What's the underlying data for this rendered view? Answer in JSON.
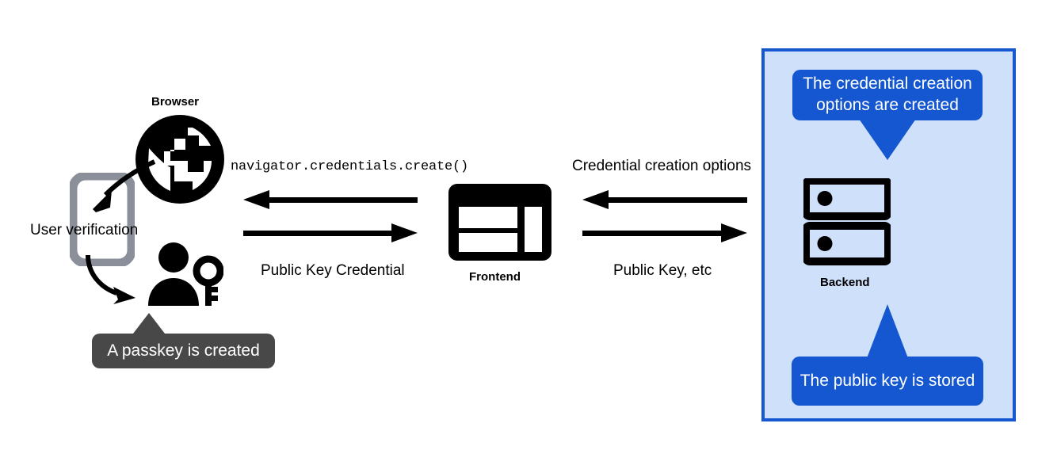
{
  "diagram": {
    "title": "WebAuthn passkey registration flow",
    "colors": {
      "accent_blue": "#1457d0",
      "panel_fill": "#cfe0fb",
      "tooltip_dark": "#484848",
      "icon_black": "#000000",
      "phone_gray": "#8a8f99"
    }
  },
  "client": {
    "browser_label": "Browser",
    "browser_icon": "globe-icon",
    "phone_icon": "smartphone-icon",
    "user_key_icon": "user-with-key-icon",
    "user_verification_label": "User verification",
    "passkey_tooltip": "A passkey is created"
  },
  "frontend": {
    "label": "Frontend",
    "icon": "dashboard-layout-icon"
  },
  "backend": {
    "label": "Backend",
    "icon": "server-rack-icon",
    "tooltip_top": "The credential creation options are created",
    "tooltip_bottom": "The public key is stored"
  },
  "flows": {
    "browser_frontend": {
      "incoming_label": "navigator.credentials.create()",
      "outgoing_label": "Public Key Credential",
      "incoming_direction": "left",
      "outgoing_direction": "right"
    },
    "frontend_backend": {
      "incoming_label": "Credential creation options",
      "outgoing_label": "Public Key, etc",
      "incoming_direction": "left",
      "outgoing_direction": "right"
    }
  }
}
